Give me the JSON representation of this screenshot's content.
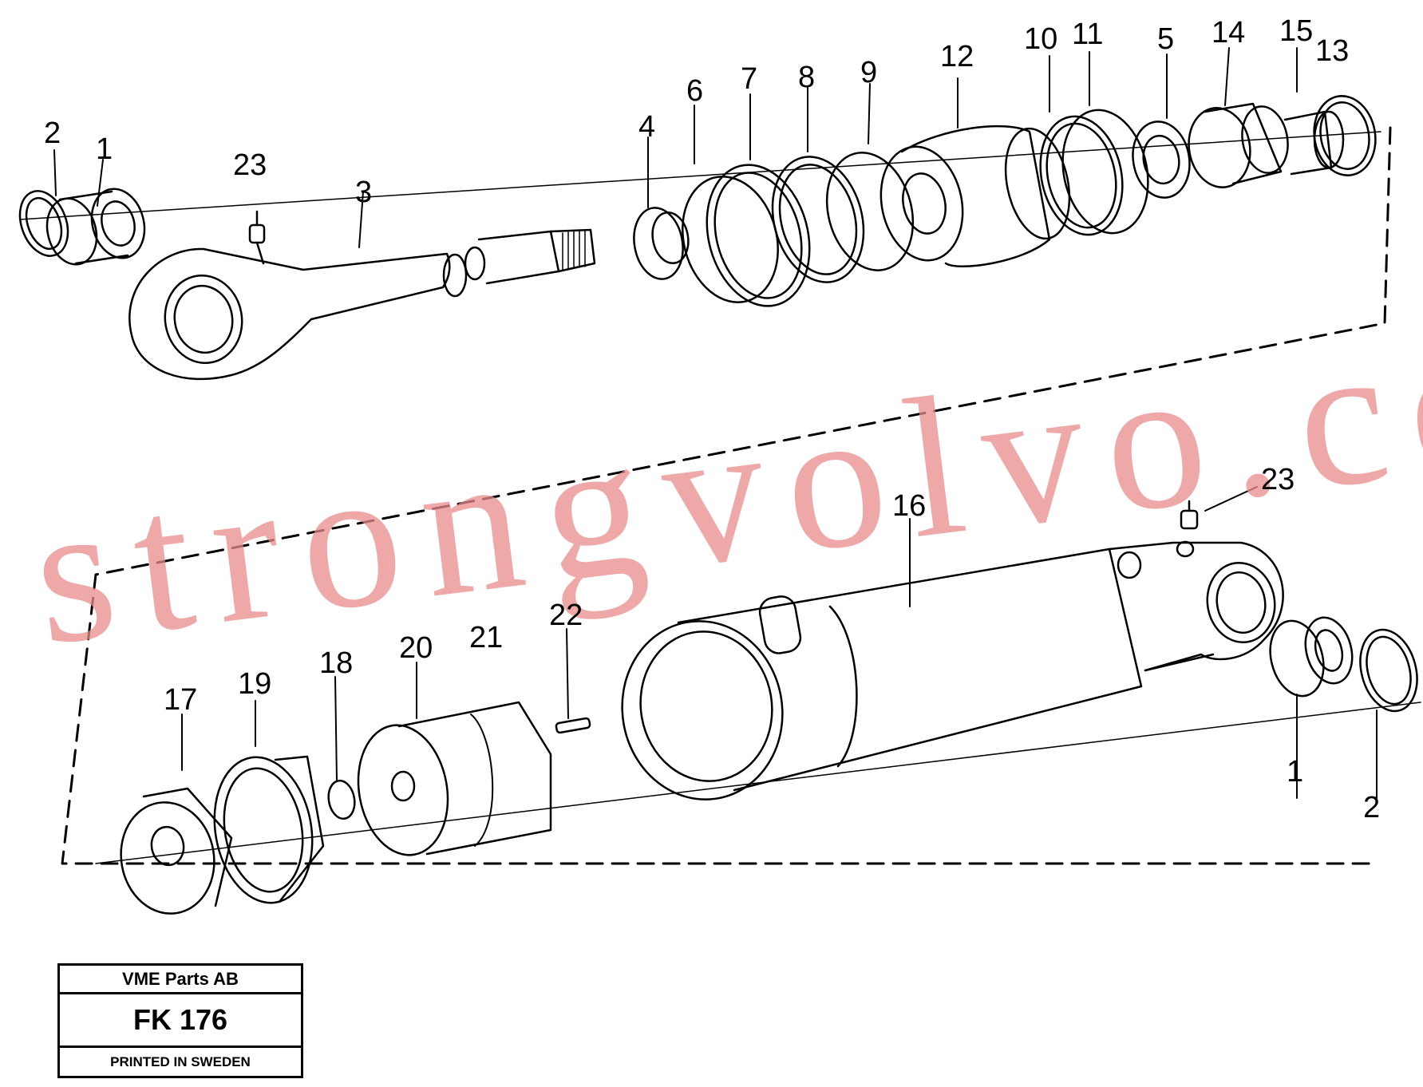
{
  "callouts": {
    "n1a": "1",
    "n2a": "2",
    "n23a": "23",
    "n3": "3",
    "n4": "4",
    "n6": "6",
    "n7": "7",
    "n8": "8",
    "n9": "9",
    "n12": "12",
    "n10": "10",
    "n11": "11",
    "n5": "5",
    "n14": "14",
    "n15": "15",
    "n13": "13",
    "n16": "16",
    "n23b": "23",
    "n17": "17",
    "n19": "19",
    "n18": "18",
    "n20": "20",
    "n21": "21",
    "n22": "22",
    "n1b": "1",
    "n2b": "2"
  },
  "watermark": "strongvolvo.com",
  "title_block": {
    "company": "VME Parts AB",
    "code": "FK 176",
    "printed": "PRINTED IN SWEDEN"
  }
}
